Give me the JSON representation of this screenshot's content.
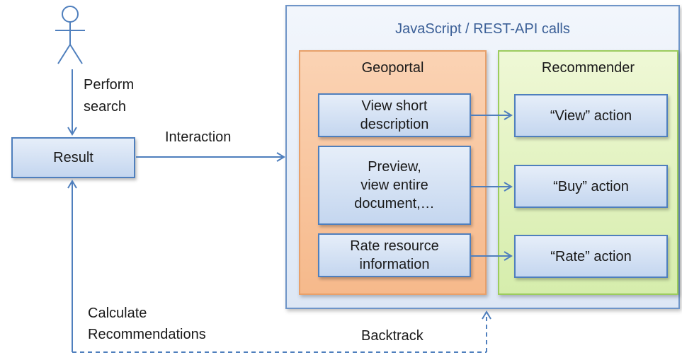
{
  "actor": {
    "icon": "stick-figure-user-icon"
  },
  "labels": {
    "perform_search_line1": "Perform",
    "perform_search_line2": "search",
    "interaction": "Interaction",
    "calculate_line1": "Calculate",
    "calculate_line2": "Recommendations",
    "backtrack": "Backtrack"
  },
  "result_box": {
    "label": "Result"
  },
  "js_container": {
    "title": "JavaScript / REST-API calls"
  },
  "geoportal": {
    "title": "Geoportal",
    "items": [
      {
        "line1": "View short",
        "line2": "description",
        "line3": ""
      },
      {
        "line1": "Preview,",
        "line2": "view entire",
        "line3": "document,…"
      },
      {
        "line1": "Rate resource",
        "line2": "information",
        "line3": ""
      }
    ]
  },
  "recommender": {
    "title": "Recommender",
    "items": [
      {
        "label": "“View” action"
      },
      {
        "label": "“Buy” action"
      },
      {
        "label": "“Rate” action"
      }
    ]
  },
  "colors": {
    "arrow": "#4f7fbd",
    "blue_border": "#4f7fbd",
    "orange_border": "#e8a06a",
    "green_border": "#9ccc5e"
  }
}
